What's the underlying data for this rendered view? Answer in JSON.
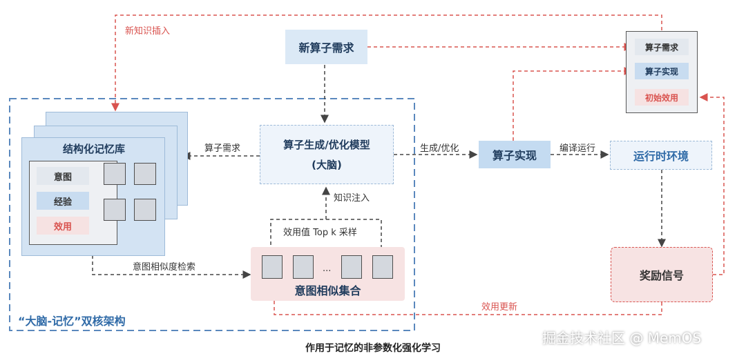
{
  "diagram": {
    "top_request": "新算子需求",
    "knowledge_insert": "新知识插入",
    "memory_title": "结构化记忆库",
    "memory_items": [
      "意图",
      "经验",
      "效用"
    ],
    "model_line1": "算子生成/优化模型",
    "model_line2": "(大脑)",
    "edge_operator_request": "算子需求",
    "edge_generate_optimize": "生成/优化",
    "operator_impl": "算子实现",
    "edge_compile_run": "编译运行",
    "runtime_env": "运行时环境",
    "edge_knowledge_inject": "知识注入",
    "sampling_label": "效用值 Top k 采样",
    "ellipsis": "...",
    "intent_set": "意图相似集合",
    "edge_intent_search": "意图相似度检索",
    "reward_signal": "奖励信号",
    "utility_update": "效用更新",
    "panel_items": [
      "算子需求",
      "算子实现",
      "初始效用"
    ],
    "arch_label": "“大脑-记忆”双核架构",
    "caption": "作用于记忆的非参数化强化学习",
    "watermark": "掘金技术社区 @ MemOS"
  },
  "colors": {
    "accent_blue": "#2f6aa7",
    "accent_red": "#d9534f",
    "box_blue": "#dbe9f6",
    "box_pink": "#f7e3e3"
  }
}
